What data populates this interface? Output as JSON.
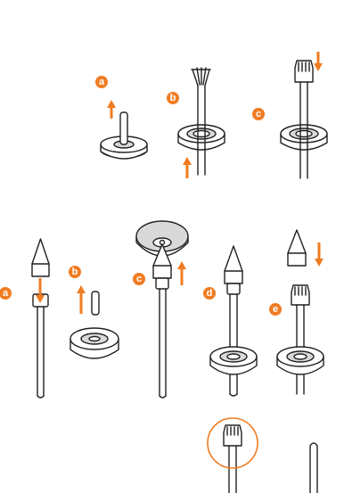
{
  "accent_color": "#f07c22",
  "line_color": "#231f20",
  "steps_top": [
    "a",
    "b",
    "c"
  ],
  "steps_middle": [
    "a",
    "b",
    "c",
    "d",
    "e"
  ],
  "icons": [
    "arrow-up-icon",
    "arrow-down-icon",
    "cable-plug-icon",
    "grommet-icon",
    "cone-tip-icon",
    "magnifier-circle-icon"
  ]
}
